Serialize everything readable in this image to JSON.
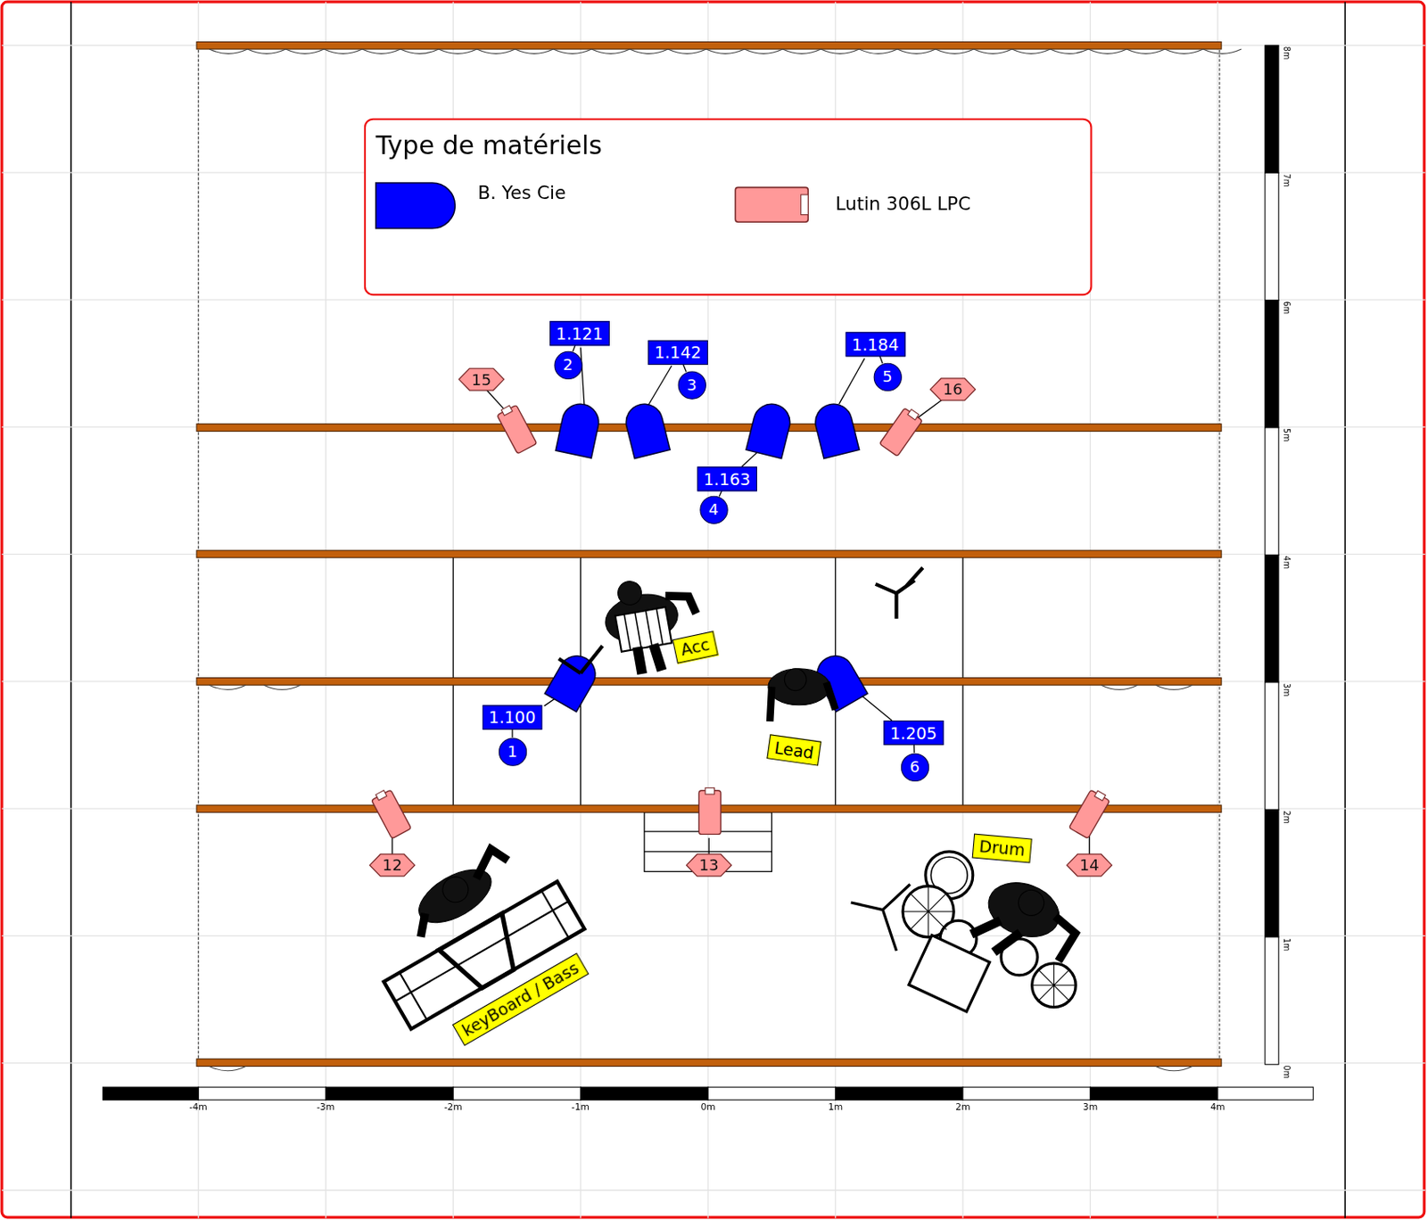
{
  "diagram": {
    "nodes": [
      {
        "text": [
          "1.121"
        ]
      },
      {
        "text": [
          "2"
        ]
      },
      {
        "text": [
          "15"
        ]
      },
      {
        "text": [
          "1.142"
        ]
      },
      {
        "text": [
          "3"
        ]
      },
      {
        "text": [
          "1.184"
        ]
      },
      {
        "text": [
          "5"
        ]
      },
      {
        "text": [
          "16"
        ]
      },
      {
        "text": [
          "1.163"
        ]
      },
      {
        "text": [
          "4"
        ]
      },
      {
        "text": [
          "Acc"
        ]
      },
      {
        "text": [
          "1.100"
        ]
      },
      {
        "text": [
          "1"
        ]
      },
      {
        "text": [
          "Lead"
        ]
      },
      {
        "text": [
          "1.205"
        ]
      },
      {
        "text": [
          "6"
        ]
      },
      {
        "text": [
          "12"
        ]
      },
      {
        "text": [
          "13"
        ]
      },
      {
        "text": [
          "14"
        ]
      },
      {
        "text": [
          "Drum"
        ]
      },
      {
        "text": [
          "keyBoard / Bass"
        ]
      }
    ],
    "edges": [
      {
        "from": 0,
        "to": 1,
        "arrow": "none"
      },
      {
        "from": 3,
        "to": 4,
        "arrow": "none"
      },
      {
        "from": 5,
        "to": 6,
        "arrow": "none"
      },
      {
        "from": 8,
        "to": 9,
        "arrow": "none"
      },
      {
        "from": 11,
        "to": 12,
        "arrow": "none"
      },
      {
        "from": 14,
        "to": 15,
        "arrow": "none"
      }
    ],
    "labels": [
      "Type de matériels",
      "8m",
      "7m",
      "6m",
      "5m",
      "4m",
      "3m",
      "2m",
      "1m",
      "0m",
      "-4m",
      "-3m",
      "-2m",
      "-1m",
      "0m",
      "1m",
      "2m",
      "3m",
      "4m"
    ],
    "legend": [
      {
        "text": "B. Yes Cie",
        "color": "#0000ff"
      },
      {
        "text": "Lutin 306L LPC",
        "color": "#ff9999"
      }
    ]
  }
}
